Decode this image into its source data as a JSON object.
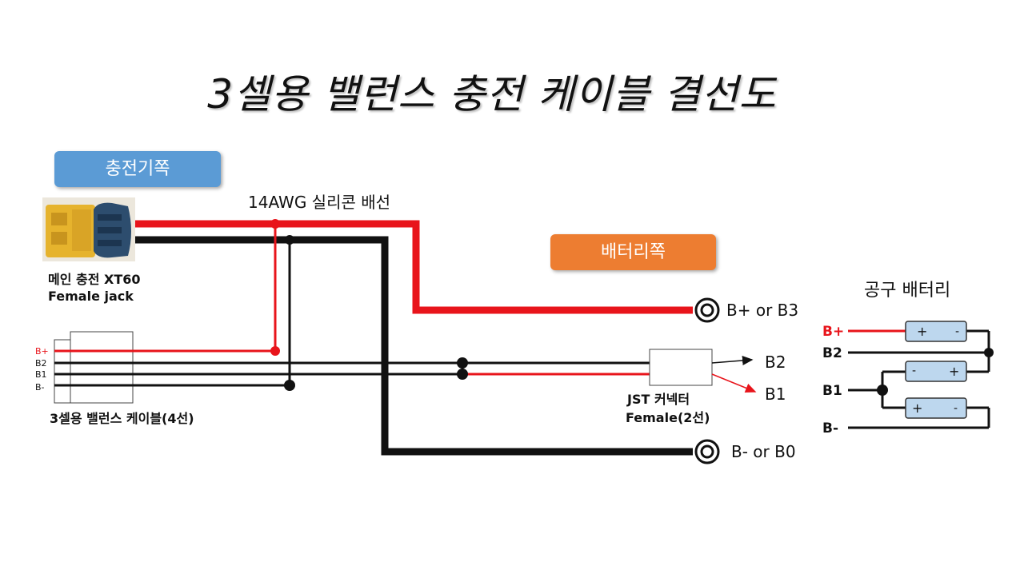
{
  "title": "3셀용 밸런스 충전 케이블 결선도",
  "charger_side_label": "충전기쪽",
  "battery_side_label": "배터리쪽",
  "wire_label": "14AWG 실리콘 배선",
  "xt60_label_line1": "메인 충전 XT60",
  "xt60_label_line2": "Female jack",
  "balance_cable_label": "3셀용 밸런스 케이블(4선)",
  "balance_pins": [
    "B+",
    "B2",
    "B1",
    "B-"
  ],
  "terminal_positive": "B+ or B3",
  "terminal_negative": "B- or B0",
  "jst_label_line1": "JST 커넥터",
  "jst_label_line2": "Female(2선)",
  "jst_out_b2": "B2",
  "jst_out_b1": "B1",
  "tool_battery_title": "공구 배터리",
  "tool_battery_pins": [
    "B+",
    "B2",
    "B1",
    "B-"
  ],
  "cell_plus": "+",
  "cell_minus": "-",
  "colors": {
    "positive_wire": "#e8141b",
    "negative_wire": "#111111",
    "charger_badge": "#5b9bd5",
    "battery_badge": "#ed7d31",
    "cell_fill": "#bdd7ee",
    "pin_b_plus": "#e8141b"
  },
  "icons": [
    "xt60-connector-icon",
    "ring-terminal-icon",
    "battery-cell-icon"
  ]
}
